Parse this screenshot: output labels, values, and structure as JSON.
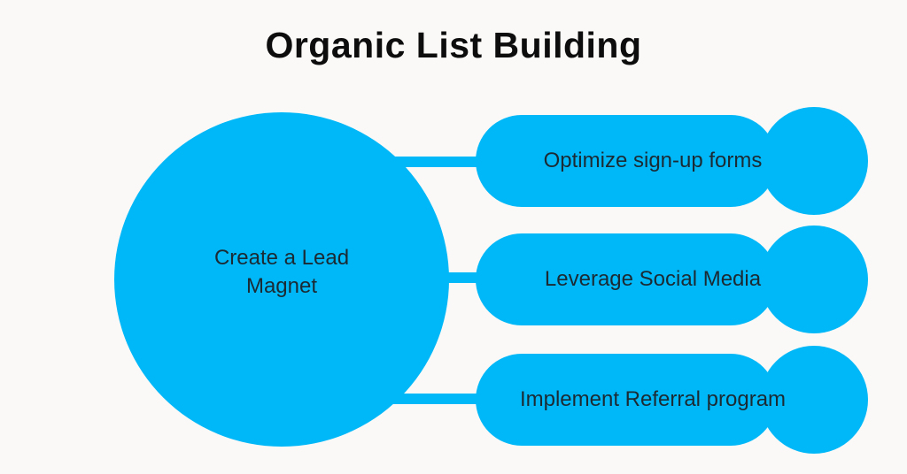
{
  "title": "Organic List Building",
  "colors": {
    "node_fill": "#00B8F8",
    "background": "#FBF9F7",
    "title_text": "#0D0D0D",
    "node_text": "#1B2A33"
  },
  "diagram": {
    "type": "mindmap",
    "center_node": {
      "label": "Create a Lead Magnet"
    },
    "branches": [
      {
        "label": "Optimize sign-up forms"
      },
      {
        "label": "Leverage Social Media"
      },
      {
        "label": "Implement Referral program"
      }
    ]
  }
}
